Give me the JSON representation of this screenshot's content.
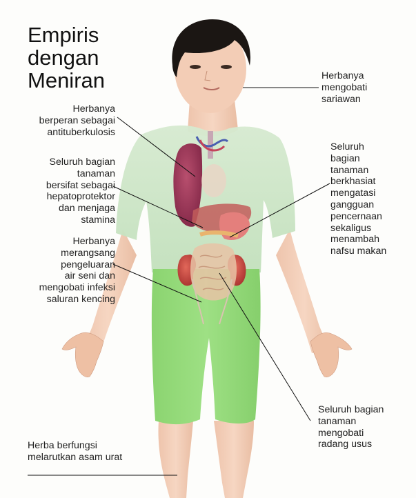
{
  "title": {
    "line1": "Empiris",
    "line2": "dengan",
    "line3": "Meniran"
  },
  "annotations": {
    "sariawan": {
      "line1": "Herbanya",
      "line2": "mengobati",
      "line3": "sariawan"
    },
    "tbc": {
      "line1": "Herbanya",
      "line2": "berperan sebagai",
      "line3": "antituberkulosis"
    },
    "hepato": {
      "line1": "Seluruh bagian",
      "line2": "tanaman",
      "line3": "bersifat sebagai",
      "line4": "hepatoprotektor",
      "line5": "dan menjaga",
      "line6": "stamina"
    },
    "cerna": {
      "line1": "Seluruh",
      "line2": "bagian",
      "line3": "tanaman",
      "line4": "berkhasiat",
      "line5": "mengatasi",
      "line6": "gangguan",
      "line7": "pencernaan",
      "line8": "sekaligus",
      "line9": "menambah",
      "line10": "nafsu makan"
    },
    "kencing": {
      "line1": "Herbanya",
      "line2": "merangsang",
      "line3": "pengeluaran",
      "line4": "air seni dan",
      "line5": "mengobati infeksi",
      "line6": "saluran kencing"
    },
    "usus": {
      "line1": "Seluruh bagian",
      "line2": "tanaman",
      "line3": "mengobati",
      "line4": "radang usus"
    },
    "asam_urat": {
      "line1": "Herba berfungsi",
      "line2": "melarutkan asam urat"
    }
  }
}
